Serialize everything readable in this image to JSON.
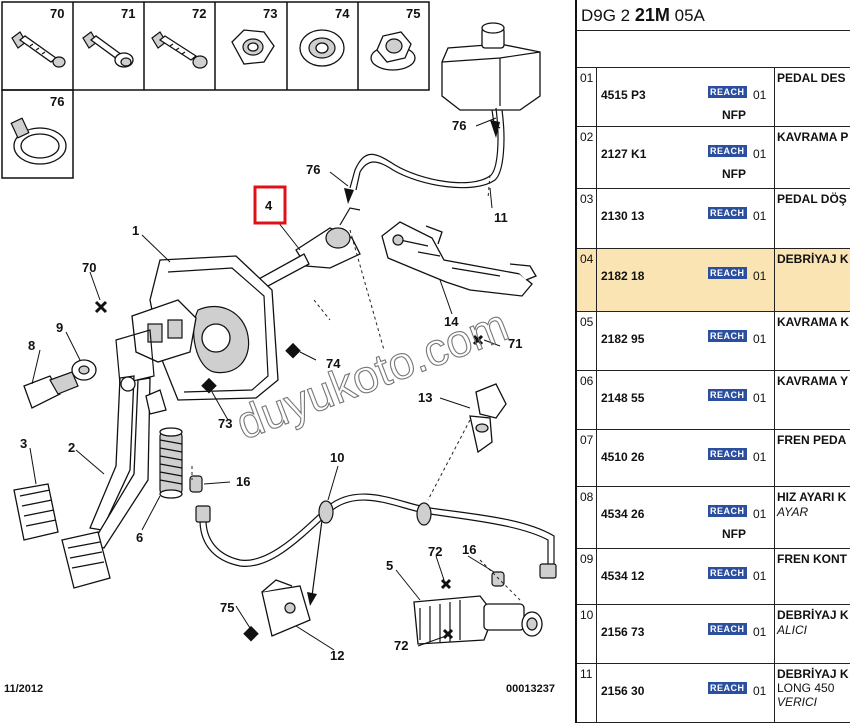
{
  "header": {
    "prefix": "D9G 2",
    "bold": "21M",
    "suffix": "05A"
  },
  "diagram": {
    "date": "11/2012",
    "ref_number": "00013237",
    "watermark": "duyukoto.com",
    "callouts": {
      "c70": "70",
      "c71": "71",
      "c72": "72",
      "c73": "73",
      "c74": "74",
      "c75": "75",
      "c76": "76",
      "p1": "1",
      "p2": "2",
      "p3": "3",
      "p4": "4",
      "p5": "5",
      "p6": "6",
      "p8": "8",
      "p9": "9",
      "p10": "10",
      "p11": "11",
      "p12": "12",
      "p13": "13",
      "p14": "14",
      "p16a": "16",
      "p16b": "16",
      "p70": "70",
      "p71": "71",
      "p72a": "72",
      "p72b": "72",
      "p73": "73",
      "p74": "74",
      "p75": "75",
      "p76a": "76",
      "p76b": "76"
    }
  },
  "parts": [
    {
      "idx": "01",
      "ref": "4515 P3",
      "badge": "REACH",
      "qty": "01",
      "nfp": "NFP",
      "desc": "PEDAL DES",
      "note": ""
    },
    {
      "idx": "02",
      "ref": "2127 K1",
      "badge": "REACH",
      "qty": "01",
      "nfp": "NFP",
      "desc": "KAVRAMA P",
      "note": ""
    },
    {
      "idx": "03",
      "ref": "2130 13",
      "badge": "REACH",
      "qty": "01",
      "nfp": "",
      "desc": "PEDAL DÖŞ",
      "note": ""
    },
    {
      "idx": "04",
      "ref": "2182 18",
      "badge": "REACH",
      "qty": "01",
      "nfp": "",
      "desc": "DEBRİYAJ K",
      "note": ""
    },
    {
      "idx": "05",
      "ref": "2182 95",
      "badge": "REACH",
      "qty": "01",
      "nfp": "",
      "desc": "KAVRAMA K",
      "note": ""
    },
    {
      "idx": "06",
      "ref": "2148 55",
      "badge": "REACH",
      "qty": "01",
      "nfp": "",
      "desc": "KAVRAMA Y",
      "note": ""
    },
    {
      "idx": "07",
      "ref": "4510 26",
      "badge": "REACH",
      "qty": "01",
      "nfp": "",
      "desc": "FREN PEDA",
      "note": ""
    },
    {
      "idx": "08",
      "ref": "4534 26",
      "badge": "REACH",
      "qty": "01",
      "nfp": "NFP",
      "desc": "HIZ AYARI K",
      "note": "AYAR"
    },
    {
      "idx": "09",
      "ref": "4534 12",
      "badge": "REACH",
      "qty": "01",
      "nfp": "",
      "desc": "FREN KONT",
      "note": ""
    },
    {
      "idx": "10",
      "ref": "2156 73",
      "badge": "REACH",
      "qty": "01",
      "nfp": "",
      "desc": "DEBRİYAJ K",
      "note": "ALICI"
    },
    {
      "idx": "11",
      "ref": "2156 30",
      "badge": "REACH",
      "qty": "01",
      "nfp": "",
      "desc": "DEBRİYAJ K",
      "note": "LONG 450",
      "note2": "VERICI"
    }
  ]
}
